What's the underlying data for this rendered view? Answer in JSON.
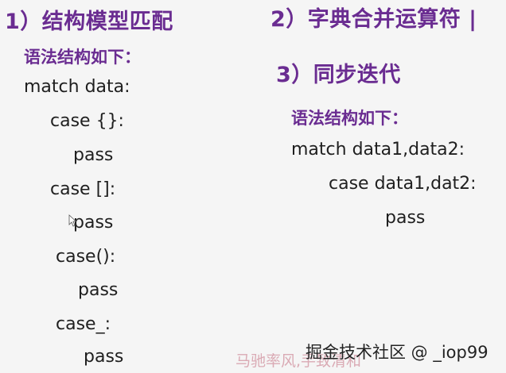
{
  "left": {
    "title": "1）结构模型匹配",
    "subtitle": "语法结构如下：",
    "lines": [
      "match data:",
      "case {}:",
      "pass",
      "case []:",
      "pass",
      "case():",
      "pass",
      "case_:",
      "pass"
    ]
  },
  "right": {
    "title2": "2）字典合并运算符 |",
    "title3": "3）同步迭代",
    "subtitle": "语法结构如下：",
    "lines": [
      "match data1,data2:",
      "case data1,dat2:",
      "pass"
    ]
  },
  "watermark": {
    "left": "马驰率风,手致清和",
    "right": "掘金技术社区 @ _iop99"
  },
  "colors": {
    "heading": "#6a2c91",
    "background": "#f5f5f5",
    "text": "#1f1f1f"
  }
}
